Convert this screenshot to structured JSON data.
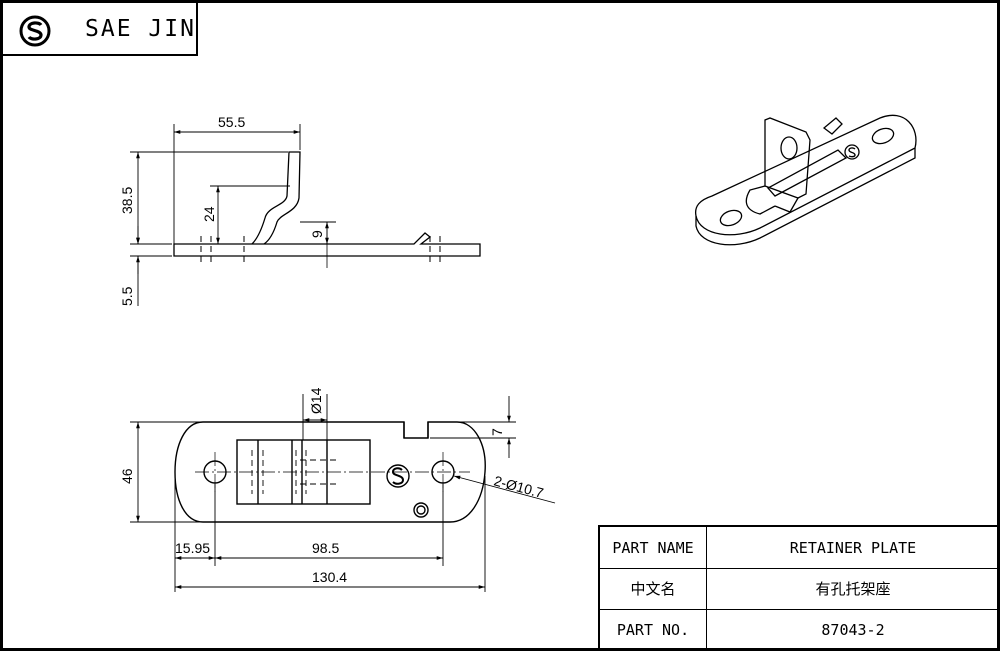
{
  "brand": {
    "name": "SAE JIN",
    "logo_icon": "sae-jin-s-logo-icon"
  },
  "side_view": {
    "dims": {
      "top_width": "55.5",
      "height": "38.5",
      "bend": "24",
      "thickness": "9",
      "base": "5.5"
    }
  },
  "plan_view": {
    "dims": {
      "boss_dia": "Ø14",
      "tab_height": "7",
      "width": "46",
      "holes": "2-Ø10.7",
      "edge_offset": "15.95",
      "hole_spacing": "98.5",
      "overall_length": "130.4"
    }
  },
  "title_block": {
    "rows": [
      {
        "label": "PART NAME",
        "value": "RETAINER PLATE"
      },
      {
        "label": "中文名",
        "value": "有孔托架座"
      },
      {
        "label": "PART NO.",
        "value": "87043-2"
      }
    ]
  }
}
